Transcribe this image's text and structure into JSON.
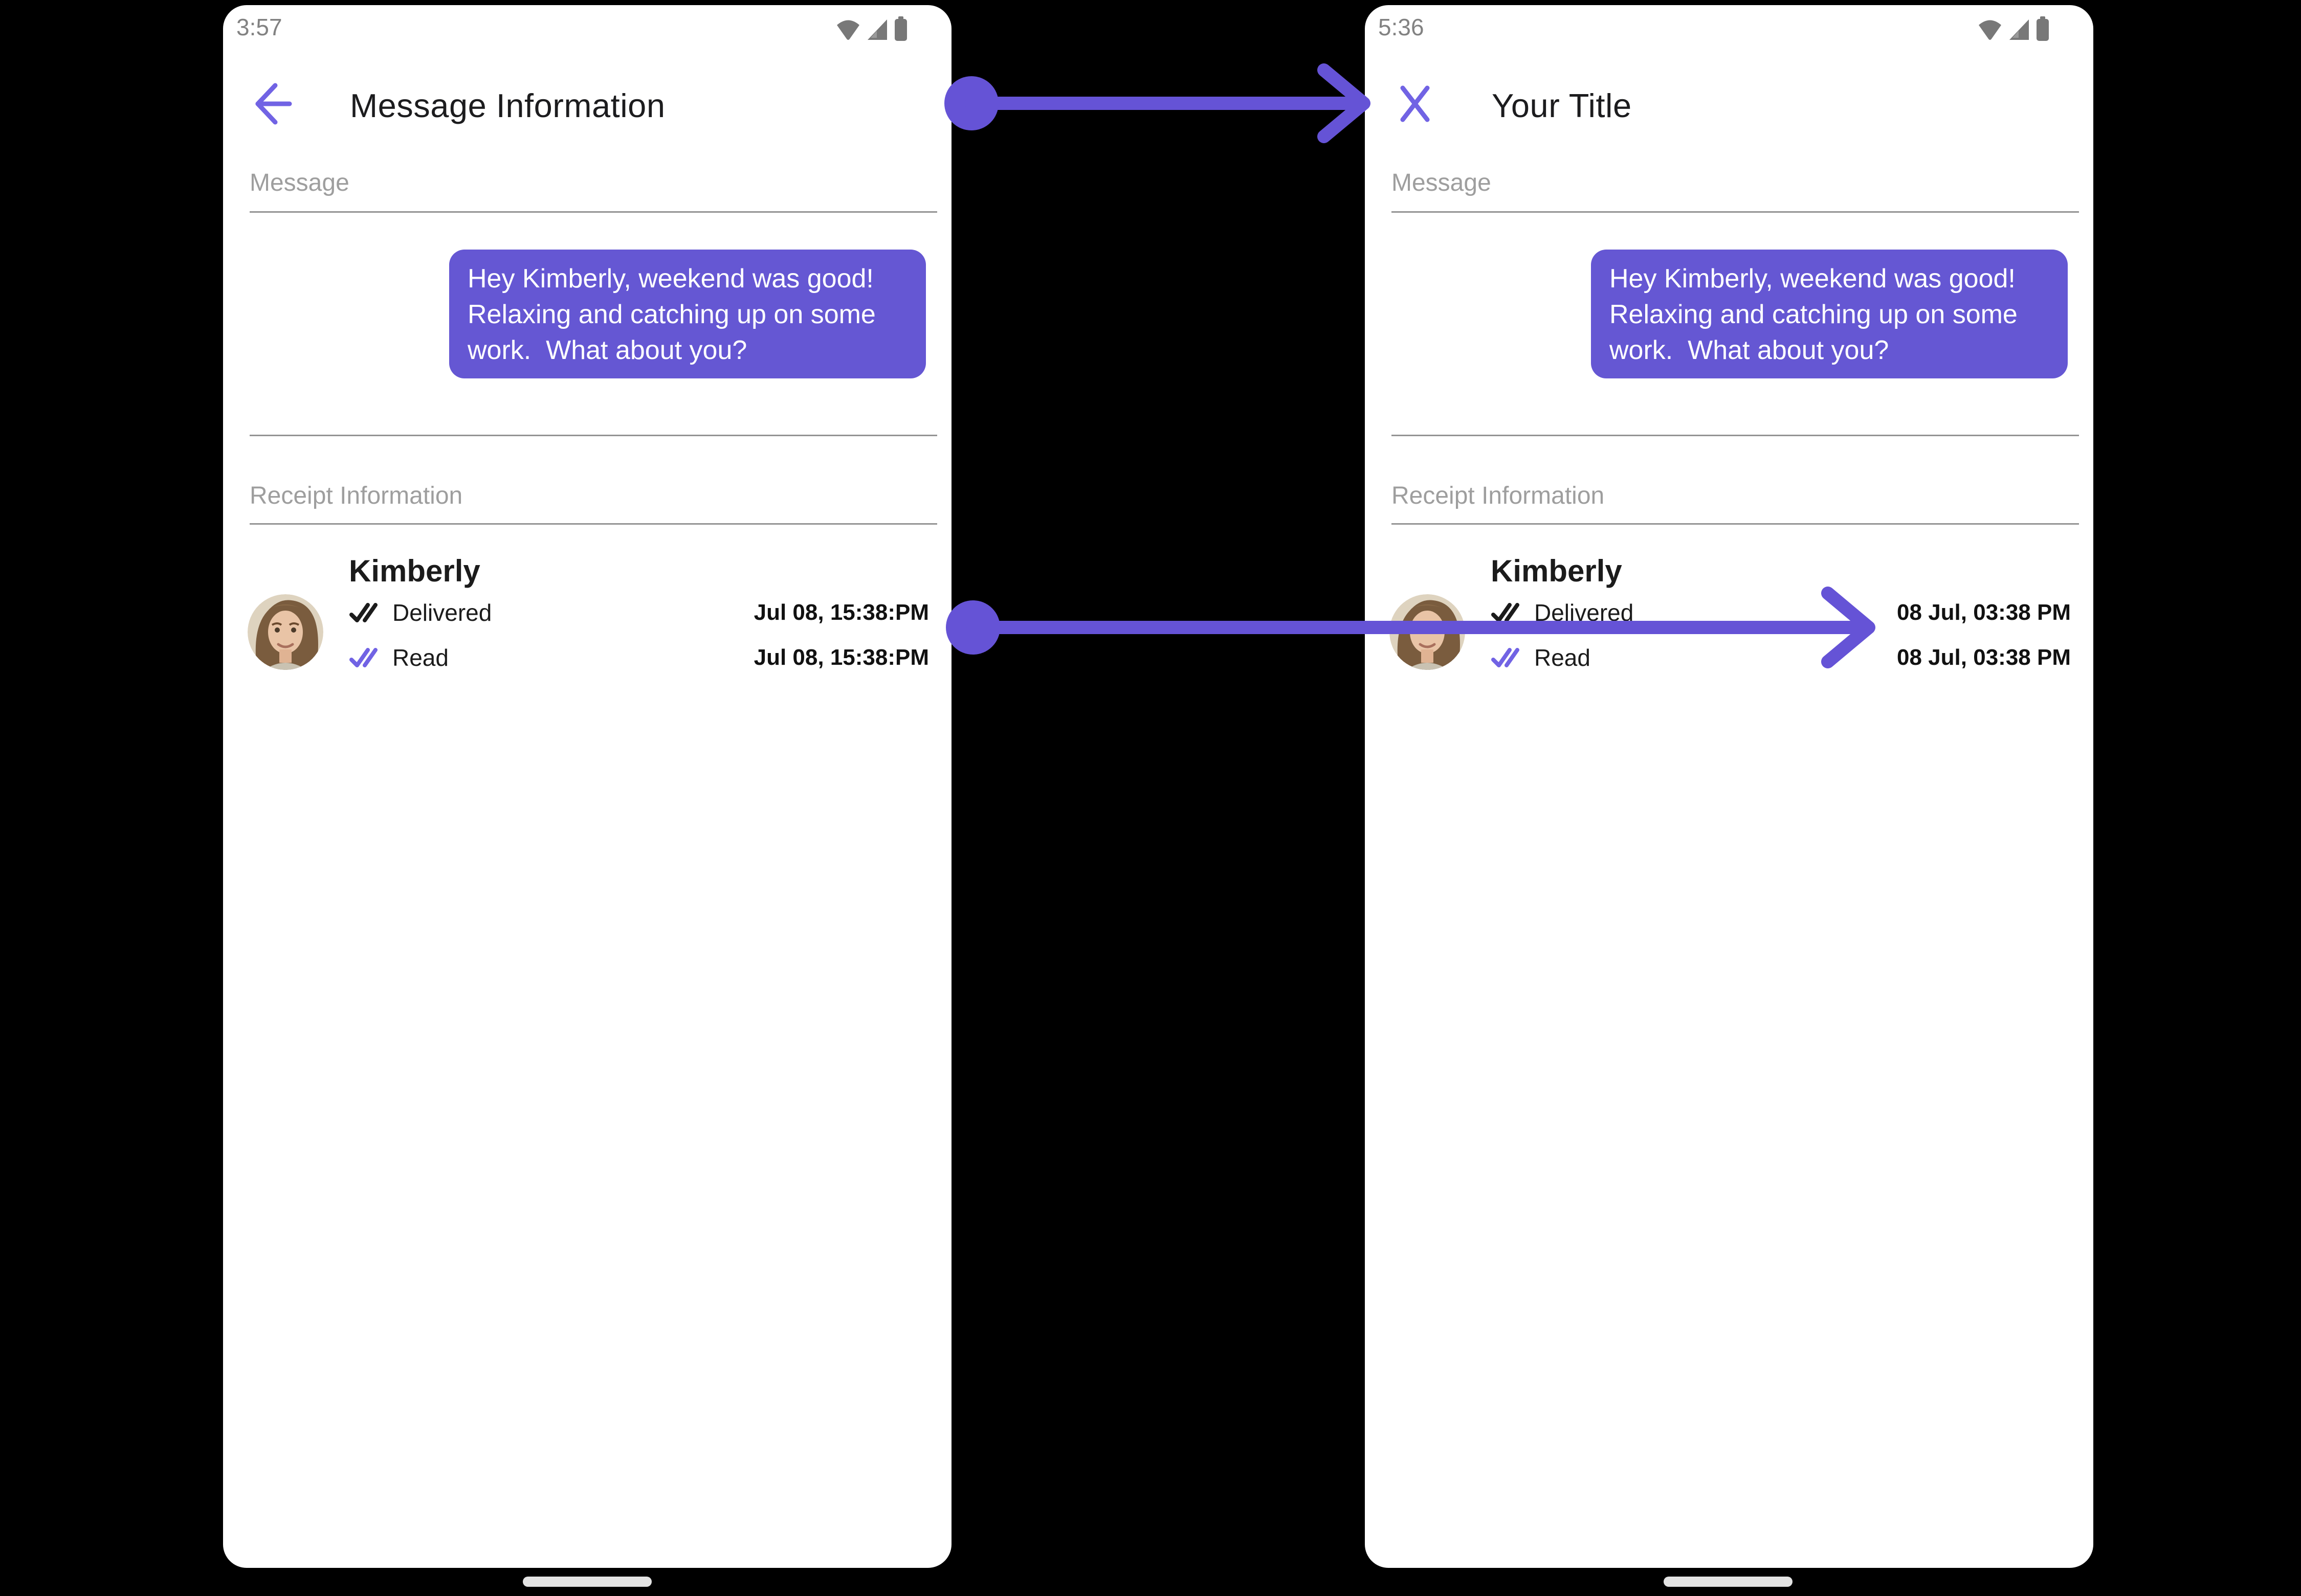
{
  "canvas": {
    "background": "#000000"
  },
  "colors": {
    "bubble_purple": "#6557d3",
    "arrow_purple": "#6553d6",
    "nav_icon_purple": "#7163e4",
    "read_check_purple": "#7163e4",
    "delivered_check_black": "#1b1b1b",
    "section_label_gray": "#9e9e9e",
    "divider_gray": "#949494",
    "status_bar_gray": "#787878"
  },
  "phones": [
    {
      "side": "left",
      "status": {
        "time": "3:57",
        "icons": [
          "wifi",
          "cellular-signal",
          "battery"
        ]
      },
      "header": {
        "nav_icon": "back-arrow",
        "title": "Message Information"
      },
      "message_section": {
        "label": "Message",
        "bubble_text": "Hey Kimberly, weekend was good!  Relaxing and catching up on some work.  What about you?"
      },
      "receipt_section": {
        "label": "Receipt Information",
        "contact_name": "Kimberly",
        "rows": [
          {
            "icon": "double-check",
            "status": "Delivered",
            "timestamp": "Jul 08, 15:38:PM"
          },
          {
            "icon": "double-check",
            "status": "Read",
            "timestamp": "Jul 08, 15:38:PM"
          }
        ]
      }
    },
    {
      "side": "right",
      "status": {
        "time": "5:36",
        "icons": [
          "wifi",
          "cellular-signal",
          "battery"
        ]
      },
      "header": {
        "nav_icon": "close",
        "title": "Your Title"
      },
      "message_section": {
        "label": "Message",
        "bubble_text": "Hey Kimberly, weekend was good!  Relaxing and catching up on some work.  What about you?"
      },
      "receipt_section": {
        "label": "Receipt Information",
        "contact_name": "Kimberly",
        "rows": [
          {
            "icon": "double-check",
            "status": "Delivered",
            "timestamp": "08 Jul, 03:38 PM"
          },
          {
            "icon": "double-check",
            "status": "Read",
            "timestamp": "08 Jul, 03:38 PM"
          }
        ]
      }
    }
  ],
  "annotations": {
    "arrow_color": "#6553d6",
    "arrows": [
      {
        "name": "title-customization-arrow",
        "points_from": "left header",
        "points_to": "right header title"
      },
      {
        "name": "timestamp-customization-arrow",
        "points_from": "left receipt timestamps",
        "points_to": "right receipt timestamps"
      }
    ]
  }
}
